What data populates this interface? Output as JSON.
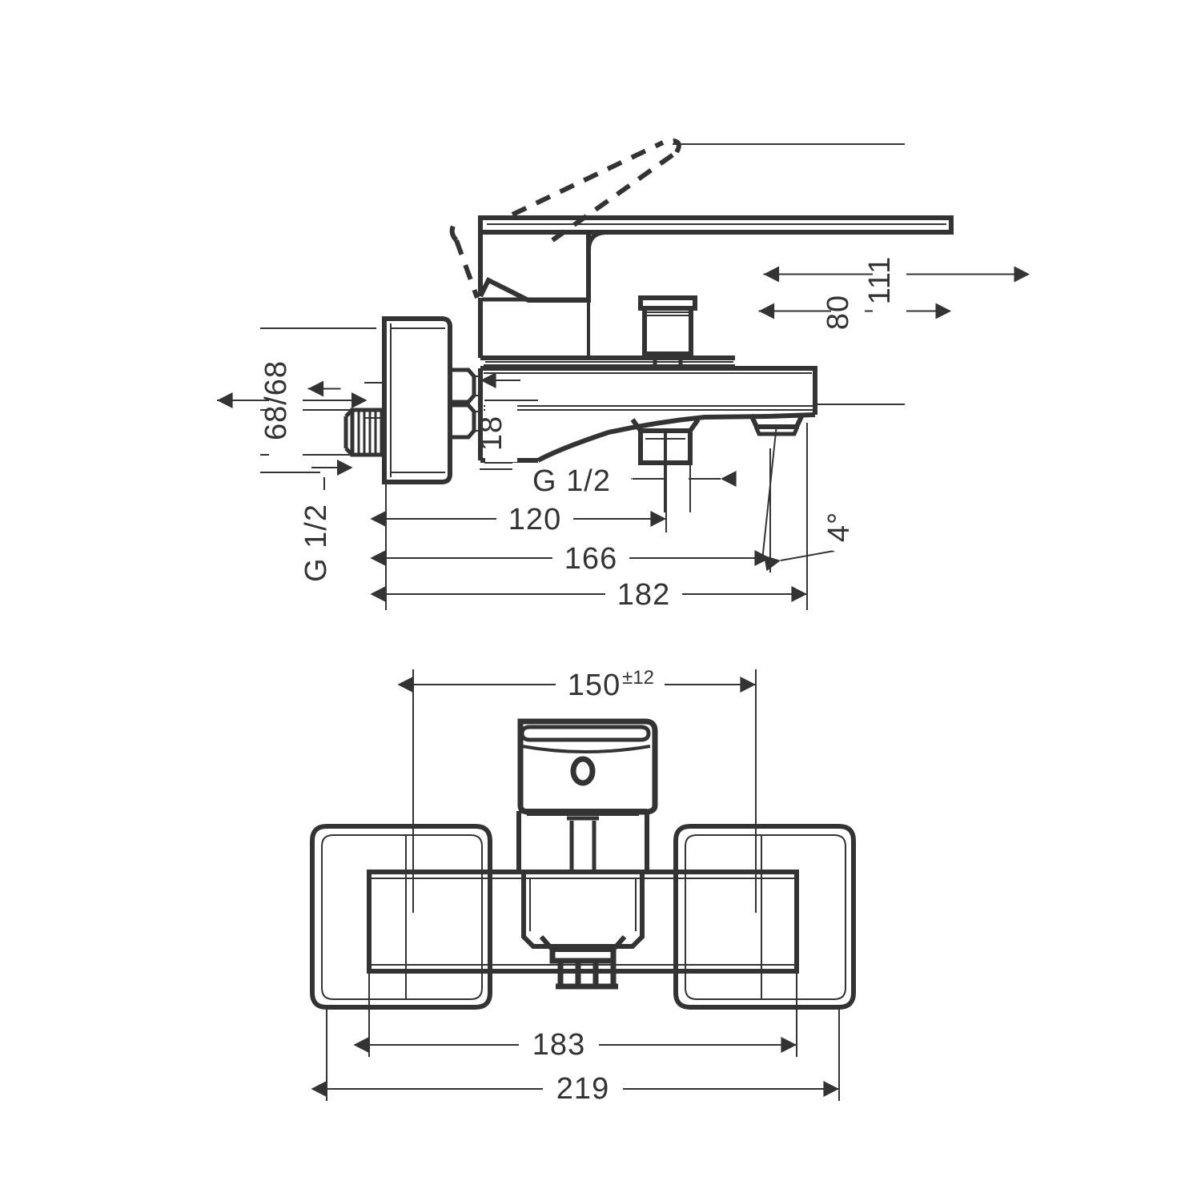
{
  "drawing": {
    "type": "technical-dimension-drawing",
    "subject": "wall-mounted single-lever bath / shower mixer",
    "background_color": "#ffffff",
    "line_color": "#333333",
    "text_color": "#333333",
    "views": [
      {
        "id": "side-view",
        "name": "Side elevation with open-lever swing indication"
      },
      {
        "id": "front-view",
        "name": "Front elevation"
      }
    ],
    "side_view_dimensions": {
      "height_111": "111",
      "height_80": "80",
      "spacing_68_68": "68/68",
      "thread_top": "G 1/2",
      "thread_bottom": "G 1/2",
      "offset_18": "18",
      "length_120": "120",
      "length_166": "166",
      "length_182": "182",
      "angle_4": "4°"
    },
    "front_view_dimensions": {
      "centers_150": "150",
      "centers_tolerance": "±12",
      "width_183": "183",
      "width_219": "219"
    }
  }
}
